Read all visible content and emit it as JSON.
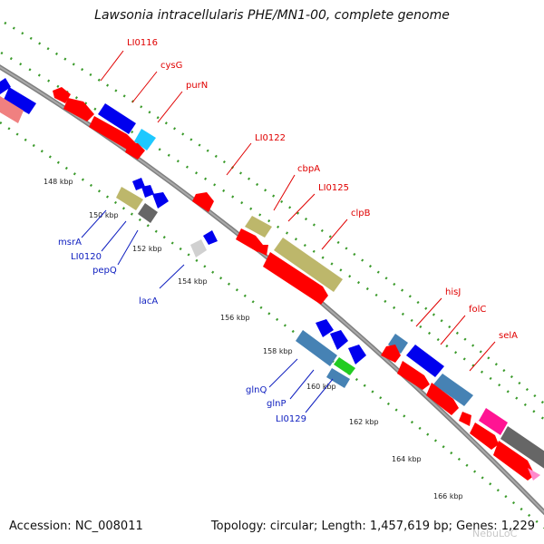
{
  "title": "Lawsonia intracellularis PHE/MN1-00, complete genome",
  "footer": {
    "accession": "Accession: NC_008011",
    "stats": "Topology: circular; Length: 1,457,619 bp; Genes: 1,229"
  },
  "watermark": "NebuLoC",
  "colors": {
    "outer_dots": "#3a9a2a",
    "inner_dots": "#3a9a2a",
    "backbone": "#808080",
    "forward_label": "#e00000",
    "reverse_label": "#1020c0",
    "gene_red": "#ff0000",
    "gene_blue": "#0000ee",
    "gene_steel": "#4682b4",
    "gene_khaki": "#bdb76b",
    "gene_cyan": "#1ec8ff",
    "gene_pink": "#ff1493",
    "gene_salmon": "#f08080",
    "gene_gray": "#666666",
    "gene_lightgray": "#d0d0d0",
    "gene_green": "#22cc22"
  },
  "kbp_ticks": [
    "148 kbp",
    "150 kbp",
    "152 kbp",
    "154 kbp",
    "156 kbp",
    "158 kbp",
    "160 kbp",
    "162 kbp",
    "164 kbp",
    "166 kbp"
  ],
  "forward_labels": [
    "LI0116",
    "cysG",
    "purN",
    "LI0122",
    "cbpA",
    "LI0125",
    "clpB",
    "hisJ",
    "folC",
    "selA"
  ],
  "reverse_labels": [
    "msrA",
    "LI0120",
    "pepQ",
    "lacA",
    "glnQ",
    "glnP",
    "LI0129"
  ]
}
